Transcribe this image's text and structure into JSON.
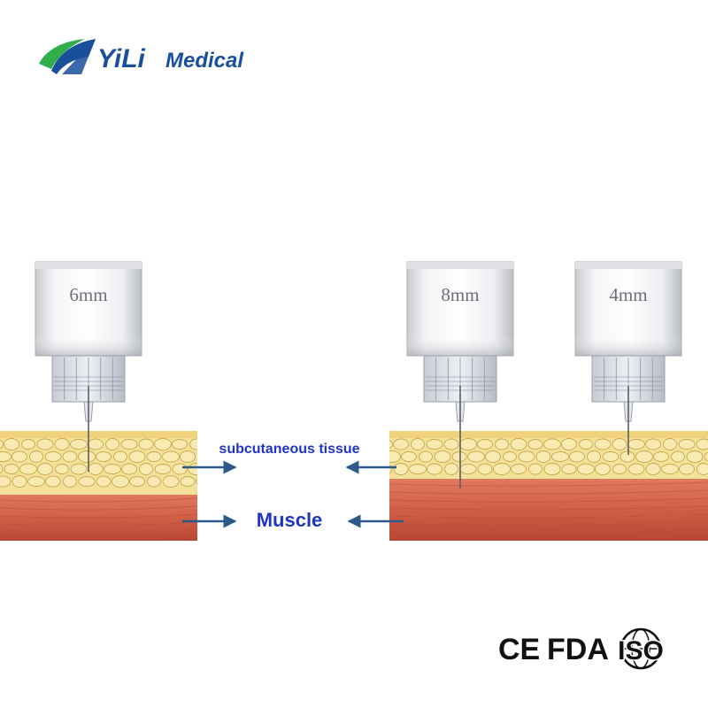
{
  "brand": {
    "name_part1": "YiLi",
    "name_part2": "Medical",
    "colors": {
      "primary": "#1a4f9c",
      "accent": "#2fae4a"
    }
  },
  "needles": [
    {
      "label": "6mm",
      "length_mm": 6
    },
    {
      "label": "8mm",
      "length_mm": 8
    },
    {
      "label": "4mm",
      "length_mm": 4
    }
  ],
  "labels": {
    "subcutaneous": "subcutaneous tissue",
    "muscle": "Muscle"
  },
  "certifications": {
    "ce": "CE",
    "fda": "FDA",
    "iso": "ISO"
  },
  "colors": {
    "fat": "#f3e19a",
    "fat_edge": "#c9a94e",
    "muscle": "#d7644c",
    "muscle_dark": "#b94a36",
    "label_blue": "#1f35c8",
    "arrow": "#2d5a8a"
  }
}
